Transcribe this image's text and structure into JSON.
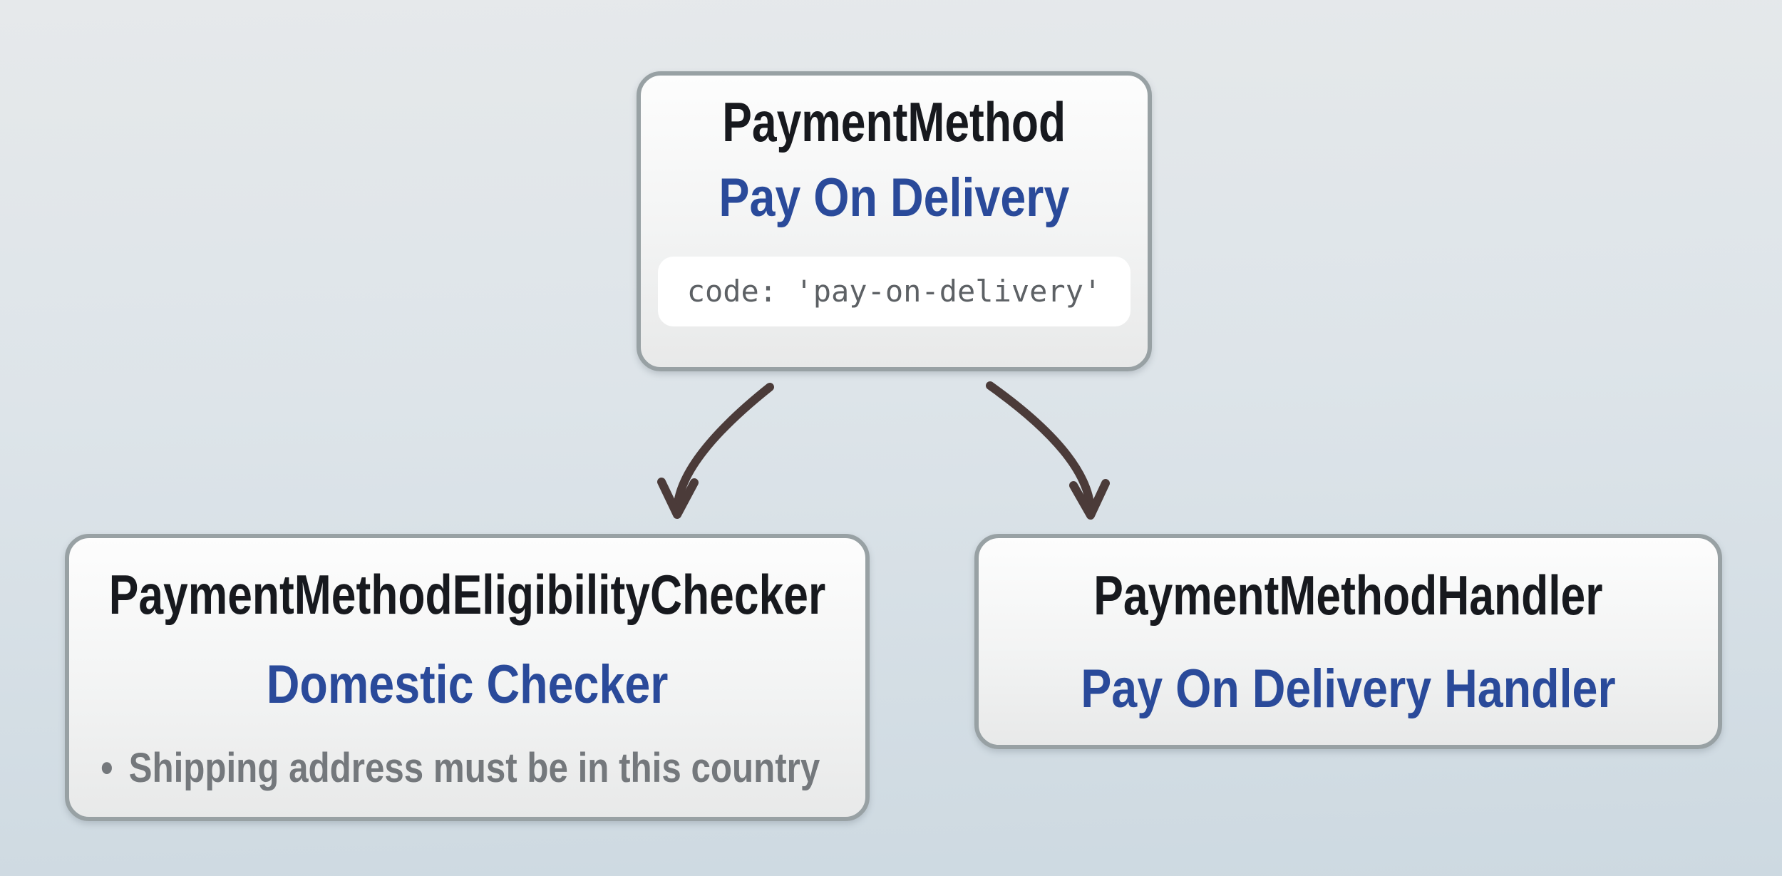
{
  "nodes": {
    "payment_method": {
      "title": "PaymentMethod",
      "label": "Pay On Delivery",
      "code": "code: 'pay-on-delivery'"
    },
    "eligibility_checker": {
      "title": "PaymentMethodEligibilityChecker",
      "label": "Domestic Checker",
      "bullet_glyph": "•",
      "rules": [
        "Shipping address must be in this country"
      ]
    },
    "handler": {
      "title": "PaymentMethodHandler",
      "label": "Pay On Delivery Handler"
    }
  },
  "edges": [
    {
      "from": "PaymentMethod",
      "to": "PaymentMethodEligibilityChecker"
    },
    {
      "from": "PaymentMethod",
      "to": "PaymentMethodHandler"
    }
  ],
  "colors": {
    "background_top": "#e6e9eb",
    "background_bottom": "#cdd9e1",
    "node_fill_top": "#fdfdfd",
    "node_fill_bottom": "#e8e9e9",
    "node_border": "#98a1a4",
    "title_text": "#17191e",
    "label_text": "#2a4a9a",
    "rule_text": "#74787c",
    "code_text": "#5d6165",
    "code_background": "#ffffff",
    "arrow": "#4b3b39"
  }
}
